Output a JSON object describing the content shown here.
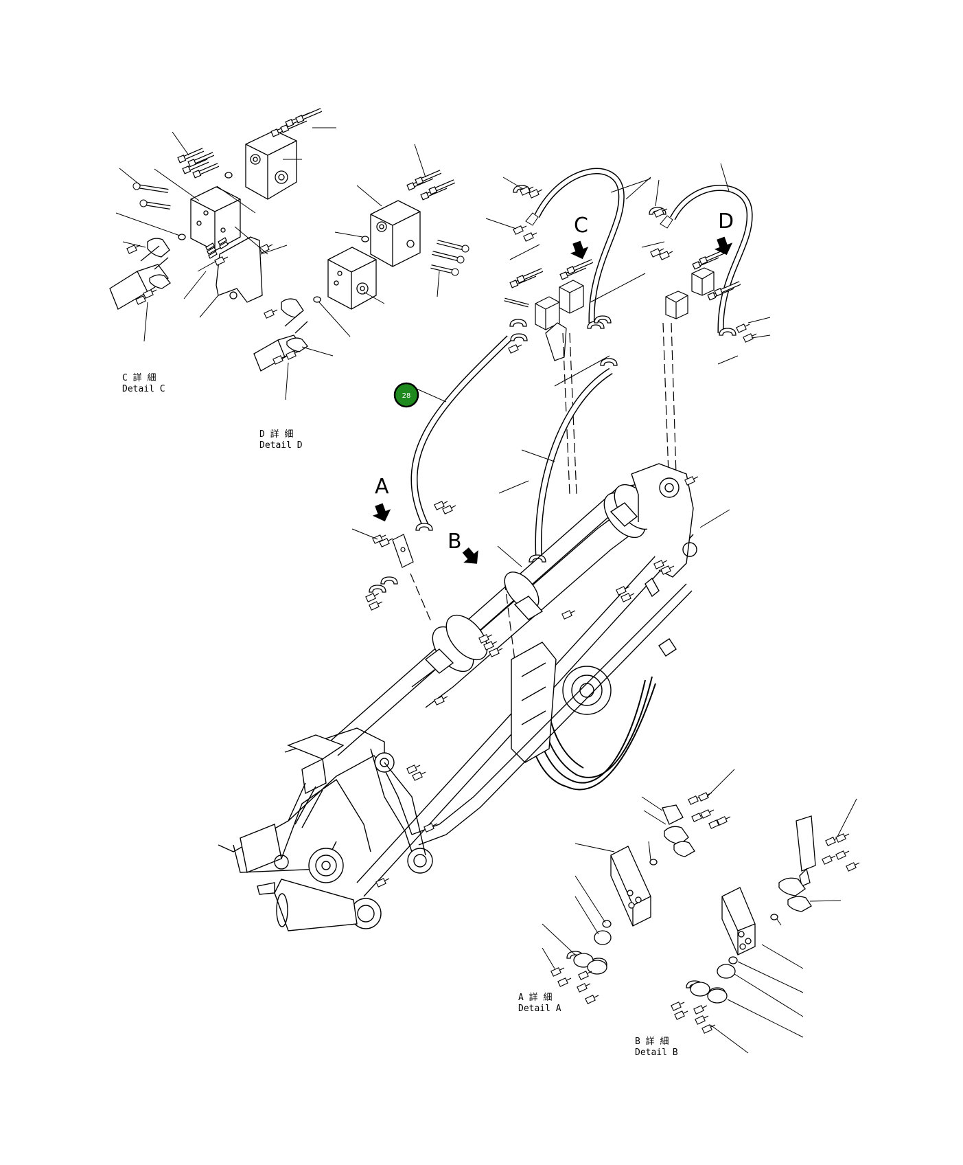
{
  "view_letters": {
    "a": "A",
    "b": "B",
    "c": "C",
    "d": "D"
  },
  "details": {
    "c": {
      "title": "C 詳 細",
      "subtitle": "Detail C"
    },
    "d": {
      "title": "D 詳 細",
      "subtitle": "Detail D"
    },
    "a": {
      "title": "A 詳 細",
      "subtitle": "Detail A"
    },
    "b": {
      "title": "B 詳 細",
      "subtitle": "Detail B"
    }
  },
  "callouts": [
    {
      "number": "28",
      "color": "#1e8a1e"
    }
  ]
}
